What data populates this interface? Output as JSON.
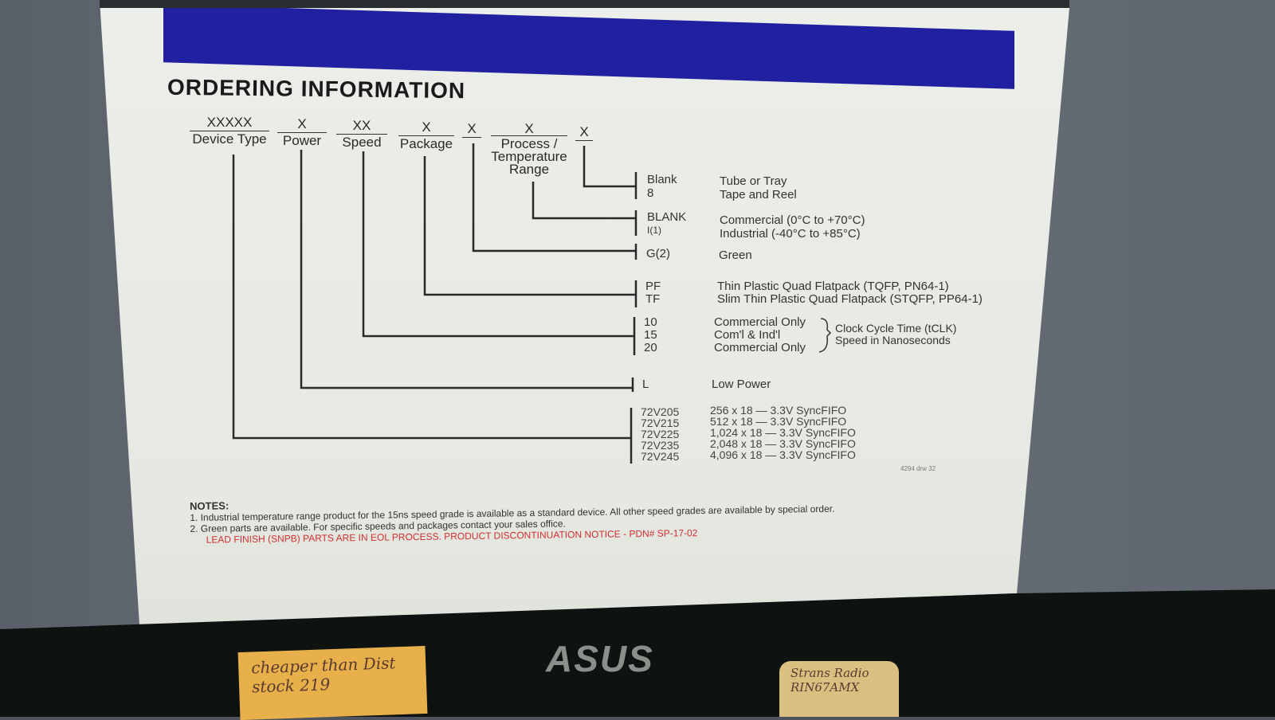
{
  "document": {
    "title": "ORDERING INFORMATION",
    "fields": [
      {
        "code": "XXXXX",
        "label": "Device Type"
      },
      {
        "code": "X",
        "label": "Power"
      },
      {
        "code": "XX",
        "label": "Speed"
      },
      {
        "code": "X",
        "label": "Package"
      },
      {
        "code": "X",
        "label": ""
      },
      {
        "code": "X",
        "label": "Process / Temperature Range"
      },
      {
        "code": "X",
        "label": ""
      }
    ],
    "options": {
      "shipping": [
        {
          "code": "Blank",
          "desc": "Tube or Tray"
        },
        {
          "code": "8",
          "desc": "Tape and Reel"
        }
      ],
      "temperature": [
        {
          "code": "BLANK",
          "desc": "Commercial (0°C to +70°C)"
        },
        {
          "code": "I(1)",
          "desc": "Industrial (-40°C to +85°C)"
        }
      ],
      "green": [
        {
          "code": "G(2)",
          "desc": "Green"
        }
      ],
      "package": [
        {
          "code": "PF",
          "desc": "Thin Plastic Quad Flatpack (TQFP, PN64-1)"
        },
        {
          "code": "TF",
          "desc": "Slim Thin Plastic Quad Flatpack (STQFP, PP64-1)"
        }
      ],
      "speed": [
        {
          "code": "10",
          "desc": "Commercial Only"
        },
        {
          "code": "15",
          "desc": "Com'l & Ind'l"
        },
        {
          "code": "20",
          "desc": "Commercial Only"
        }
      ],
      "speed_note": [
        "Clock Cycle Time (tCLK)",
        "Speed in Nanoseconds"
      ],
      "power": [
        {
          "code": "L",
          "desc": "Low Power"
        }
      ],
      "device": [
        {
          "code": "72V205",
          "desc": "256 x 18 — 3.3V SyncFIFO"
        },
        {
          "code": "72V215",
          "desc": "512 x 18 — 3.3V SyncFIFO"
        },
        {
          "code": "72V225",
          "desc": "1,024 x 18 — 3.3V SyncFIFO"
        },
        {
          "code": "72V235",
          "desc": "2,048 x 18 — 3.3V SyncFIFO"
        },
        {
          "code": "72V245",
          "desc": "4,096 x 18 — 3.3V SyncFIFO"
        }
      ]
    },
    "drawing_id": "4294 drw 32",
    "notes_title": "NOTES:",
    "notes": [
      "1.  Industrial temperature range product for the 15ns speed grade is available as a standard device. All other speed grades are available by special order.",
      "2.  Green parts are available. For specific speeds and packages contact your sales office."
    ],
    "notice": "LEAD FINISH (SNPB) PARTS ARE IN EOL PROCESS. PRODUCT DISCONTINUATION NOTICE - PDN# SP-17-02"
  },
  "monitor": {
    "brand": "ASUS"
  },
  "sticky_notes": [
    "cheaper than Dist stock 219",
    "Strans Radio RIN67AMX"
  ],
  "colors": {
    "banner": "#2020a0",
    "notice": "#d03030"
  }
}
